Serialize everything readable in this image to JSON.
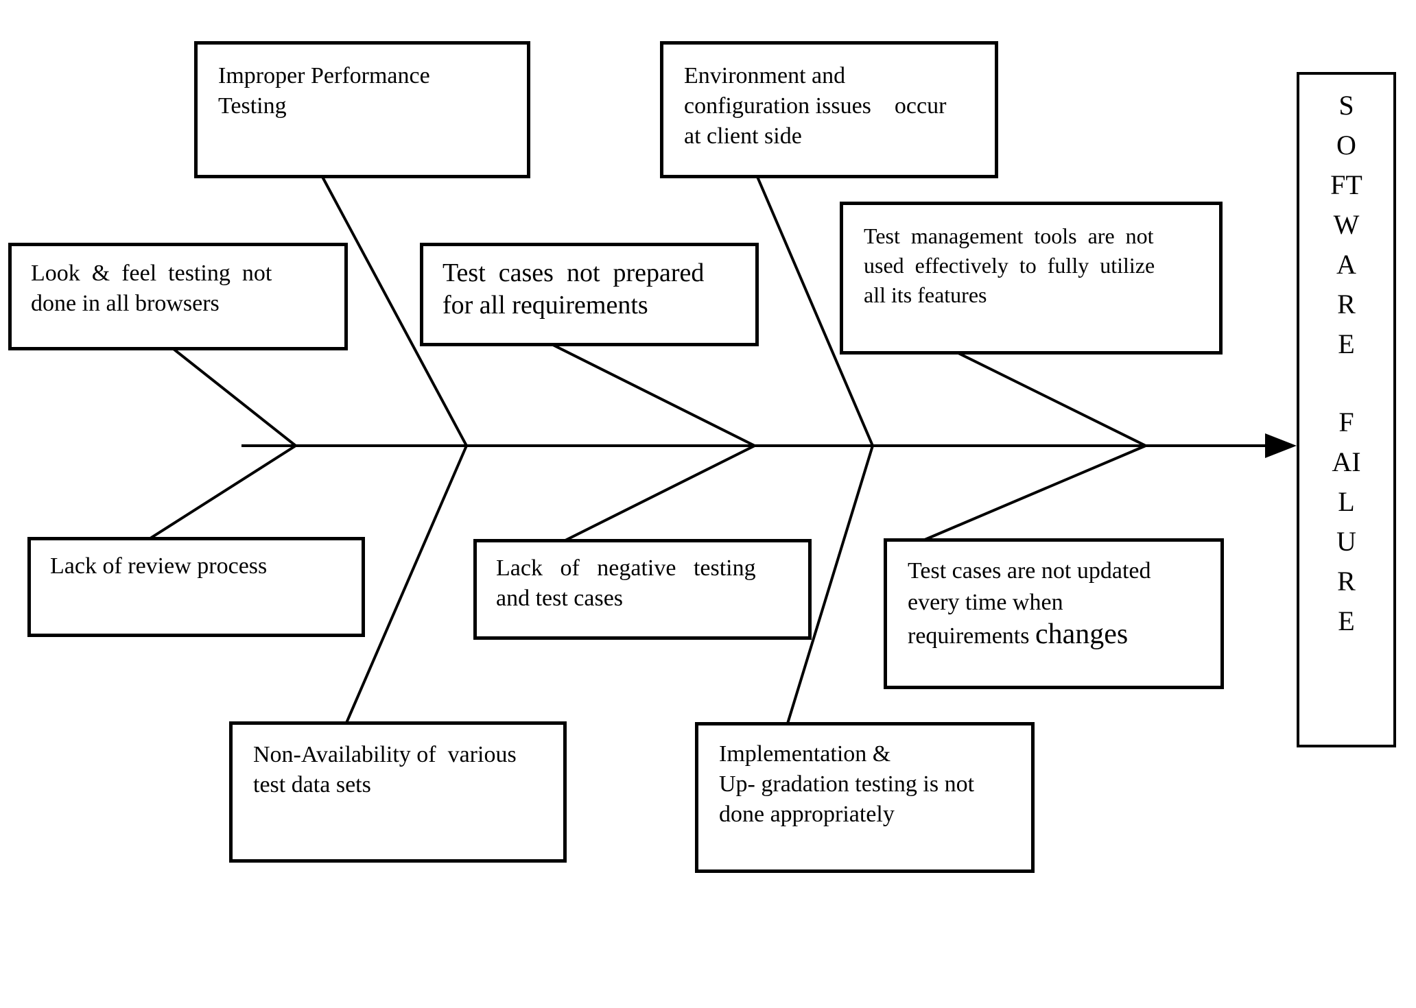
{
  "diagram": {
    "type": "fishbone-cause-effect",
    "colors": {
      "ink": "#000000",
      "paper": "#ffffff"
    },
    "effect": {
      "label": "SOFTWARE FAILURE",
      "word1": "SOFTWARE",
      "word2": "FAILURE"
    },
    "causes": {
      "improper_performance": {
        "text": "Improper Performance\nTesting"
      },
      "environment_config": {
        "text": "Environment and\nconfiguration issues    occur\nat client side"
      },
      "look_feel": {
        "text": "Look  &  feel  testing  not\ndone in all browsers"
      },
      "test_cases_not_prepared": {
        "text": "Test  cases  not  prepared\nfor all requirements"
      },
      "test_management_tools": {
        "text": "Test  management  tools  are  not\nused  effectively  to  fully  utilize\nall its features"
      },
      "lack_of_review": {
        "text": "Lack of review process"
      },
      "lack_of_negative_testing": {
        "text": "Lack   of   negative   testing\nand test cases"
      },
      "test_cases_not_updated": {
        "text_main": "Test cases are not updated\nevery time when\nrequirements ",
        "text_emph": "changes"
      },
      "non_availability_test_data": {
        "text": "Non-Availability of  various\ntest data sets"
      },
      "implementation_upgradation": {
        "text": "Implementation &\nUp- gradation testing is not\ndone appropriately"
      }
    }
  }
}
